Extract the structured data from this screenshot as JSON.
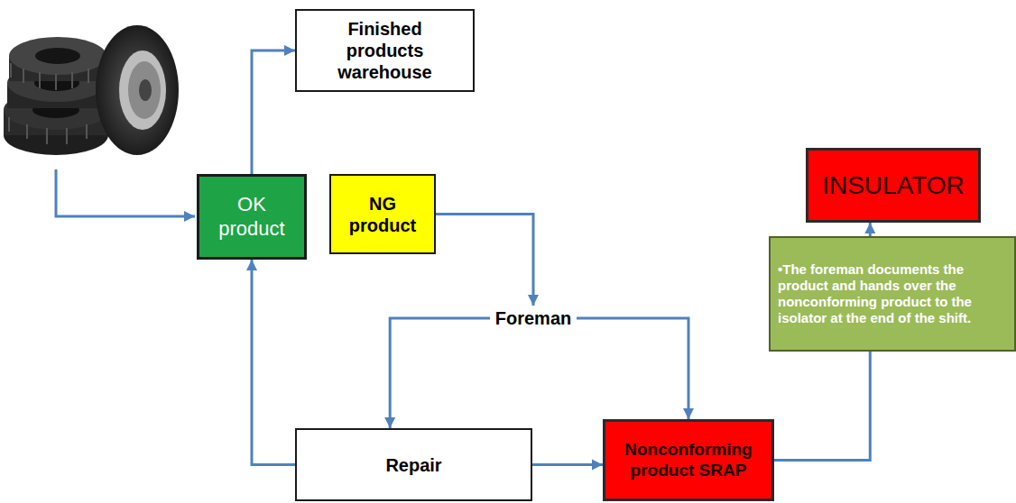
{
  "diagram": {
    "nodes": [
      {
        "text": [
          "Finished products warehouse"
        ]
      },
      {
        "text": [
          "OK product"
        ]
      },
      {
        "text": [
          "NG product"
        ]
      },
      {
        "text": [
          "INSULATOR"
        ]
      },
      {
        "text": [
          "•The foreman documents the product and hands over the nonconforming product to the isolator at the end of the shift."
        ]
      },
      {
        "text": [
          "Foreman"
        ]
      },
      {
        "text": [
          "Repair"
        ]
      },
      {
        "text": [
          "Nonconforming product SRAP"
        ]
      }
    ],
    "edges": [
      {
        "from": 1,
        "to": 0,
        "arrow": "to"
      },
      {
        "from": 2,
        "to": 5,
        "arrow": "to"
      },
      {
        "from": 5,
        "to": 6,
        "arrow": "to"
      },
      {
        "from": 5,
        "to": 7,
        "arrow": "to"
      },
      {
        "from": 6,
        "to": 1,
        "arrow": "to"
      },
      {
        "from": 6,
        "to": 7,
        "arrow": "to"
      },
      {
        "from": 7,
        "to": 4,
        "arrow": "none"
      },
      {
        "from": 4,
        "to": 3,
        "arrow": "to"
      }
    ]
  }
}
